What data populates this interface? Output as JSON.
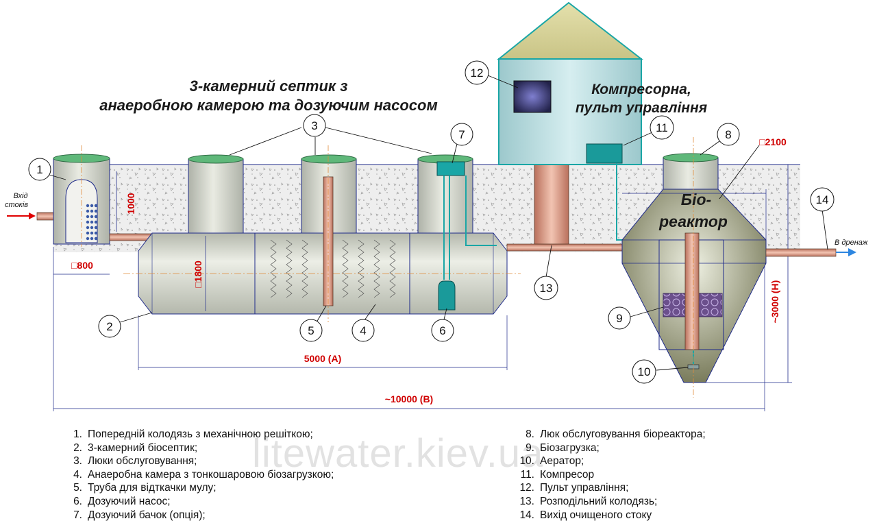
{
  "title": {
    "line1": "3-камерний септик з",
    "line2": "анаеробною камерою та дозуючим насосом"
  },
  "house_label": {
    "line1": "Компресорна,",
    "line2": "пульт управління"
  },
  "bioreactor_label": {
    "line1": "Біо-",
    "line2": "реактор"
  },
  "inlet_label": {
    "line1": "Вхід",
    "line2": "стоків"
  },
  "outlet_label": "В дренаж",
  "dimensions": {
    "well_height": "1000",
    "well_width": "□800",
    "tank_diameter": "□1800",
    "tank_length": "5000 (А)",
    "total_length": "~10000 (В)",
    "reactor_width": "□2100",
    "reactor_height": "~3000 (Н)"
  },
  "callouts": [
    "1",
    "2",
    "3",
    "4",
    "5",
    "6",
    "7",
    "8",
    "9",
    "10",
    "11",
    "12",
    "13",
    "14"
  ],
  "legend_left": [
    {
      "num": "1.",
      "text": "Попередній колодязь з механічною решіткою;"
    },
    {
      "num": "2.",
      "text": "3-камерний біосептик;"
    },
    {
      "num": "3.",
      "text": "Люки обслуговування;"
    },
    {
      "num": "4.",
      "text": "Анаеробна камера з тонкошаровою біозагрузкою;"
    },
    {
      "num": "5.",
      "text": "Труба для відткачки мулу;"
    },
    {
      "num": "6.",
      "text": "Дозуючий насос;"
    },
    {
      "num": "7.",
      "text": "Дозуючий бачок (опція);"
    }
  ],
  "legend_right": [
    {
      "num": "8.",
      "text": "Люк обслуговування біореактора;"
    },
    {
      "num": "9.",
      "text": "Біозагрузка;"
    },
    {
      "num": "10.",
      "text": "Аератор;"
    },
    {
      "num": "11.",
      "text": "Компресор"
    },
    {
      "num": "12.",
      "text": "Пульт управління;"
    },
    {
      "num": "13.",
      "text": "Розподільний колодязь;"
    },
    {
      "num": "14.",
      "text": "Вихід очищеного стоку"
    }
  ],
  "watermark": "litewater.kiev.ua",
  "colors": {
    "soil": "#ececec",
    "body": "#cfd3c6",
    "lid": "#5fb87a",
    "pipe": "#d99a86",
    "roof": "#d8d49a",
    "house": "#bfe0e2",
    "teal": "#1aa6a6",
    "dim_red": "#d00000",
    "outline": "#1e2a8a"
  }
}
